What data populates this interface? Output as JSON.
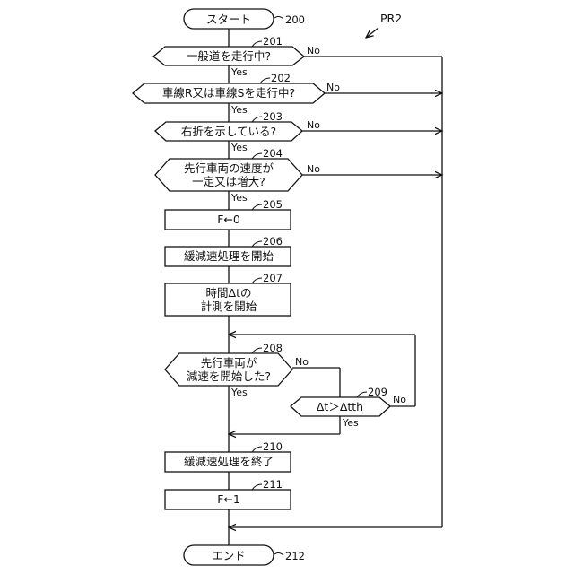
{
  "figure": {
    "label": "PR2"
  },
  "steps": {
    "s200": {
      "text": [
        "スタート"
      ],
      "ref": "200"
    },
    "s201": {
      "text": [
        "一般道を走行中?"
      ],
      "ref": "201"
    },
    "s202": {
      "text": [
        "車線R又は車線Sを走行中?"
      ],
      "ref": "202"
    },
    "s203": {
      "text": [
        "右折を示している?"
      ],
      "ref": "203"
    },
    "s204": {
      "text": [
        "先行車両の速度が",
        "一定又は増大?"
      ],
      "ref": "204"
    },
    "s205": {
      "text": [
        "F←0"
      ],
      "ref": "205"
    },
    "s206": {
      "text": [
        "緩減速処理を開始"
      ],
      "ref": "206"
    },
    "s207": {
      "text": [
        "時間Δtの",
        "計測を開始"
      ],
      "ref": "207"
    },
    "s208": {
      "text": [
        "先行車両が",
        "減速を開始した?"
      ],
      "ref": "208"
    },
    "s209": {
      "text": [
        "Δt＞Δtth"
      ],
      "ref": "209"
    },
    "s210": {
      "text": [
        "緩減速処理を終了"
      ],
      "ref": "210"
    },
    "s211": {
      "text": [
        "F←1"
      ],
      "ref": "211"
    },
    "s212": {
      "text": [
        "エンド"
      ],
      "ref": "212"
    }
  },
  "branch_labels": {
    "s201_yes": "Yes",
    "s201_no": "No",
    "s202_yes": "Yes",
    "s202_no": "No",
    "s203_yes": "Yes",
    "s203_no": "No",
    "s204_yes": "Yes",
    "s204_no": "No",
    "s208_yes": "Yes",
    "s208_no": "No",
    "s209_yes": "Yes",
    "s209_no": "No"
  }
}
